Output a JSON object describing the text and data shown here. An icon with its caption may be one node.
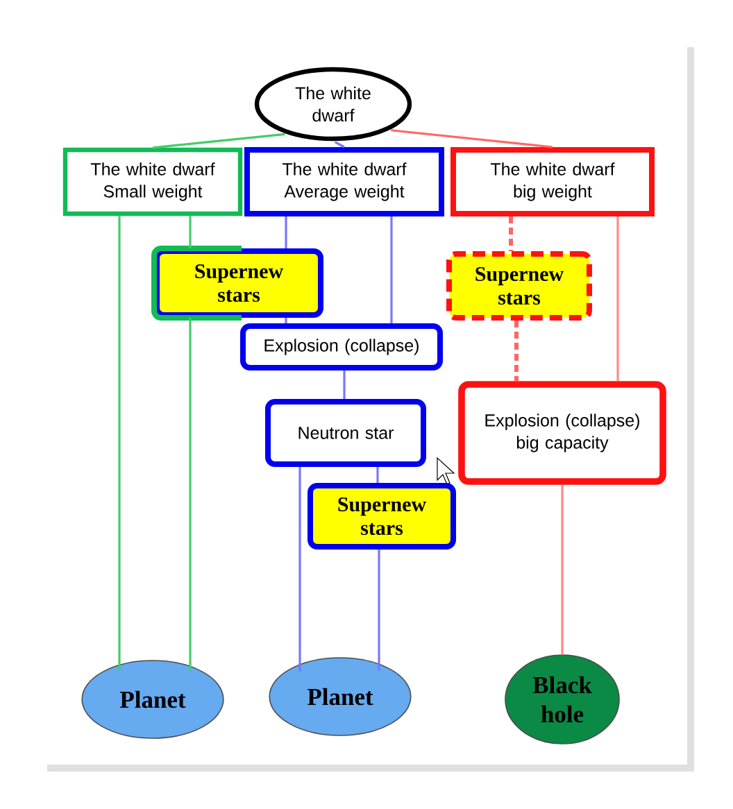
{
  "diagram": {
    "nodes": [
      {
        "text": [
          "The white dwarf"
        ]
      },
      {
        "text": [
          "The white dwarf Small weight"
        ]
      },
      {
        "text": [
          "The white dwarf Average weight"
        ]
      },
      {
        "text": [
          "The white dwarf big weight"
        ]
      },
      {
        "text": [
          "Supernew stars"
        ]
      },
      {
        "text": [
          "Supernew stars"
        ]
      },
      {
        "text": [
          "Explosion (collapse)"
        ]
      },
      {
        "text": [
          "Neutron star"
        ]
      },
      {
        "text": [
          "Explosion (collapse) big capacity"
        ]
      },
      {
        "text": [
          "Supernew stars"
        ]
      },
      {
        "text": [
          "Planet"
        ]
      },
      {
        "text": [
          "Planet"
        ]
      },
      {
        "text": [
          "Black hole"
        ]
      }
    ],
    "edges": [
      {
        "from": 0,
        "to": 1,
        "arrow": "none",
        "color": "#44cc66"
      },
      {
        "from": 0,
        "to": 2,
        "arrow": "none"
      },
      {
        "from": 0,
        "to": 3,
        "arrow": "none",
        "color": "#ff6666"
      },
      {
        "from": 1,
        "to": 10,
        "arrow": "none",
        "color": "#44cc66"
      },
      {
        "from": 1,
        "to": 4,
        "arrow": "none",
        "color": "#44cc66"
      },
      {
        "from": 4,
        "to": 10,
        "arrow": "none",
        "color": "#44cc66"
      },
      {
        "from": 2,
        "to": 4,
        "arrow": "none"
      },
      {
        "from": 4,
        "to": 6,
        "arrow": "none"
      },
      {
        "from": 2,
        "to": 6,
        "arrow": "none"
      },
      {
        "from": 6,
        "to": 7,
        "arrow": "none"
      },
      {
        "from": 7,
        "to": 11,
        "arrow": "none"
      },
      {
        "from": 7,
        "to": 9,
        "arrow": "none"
      },
      {
        "from": 9,
        "to": 11,
        "arrow": "none"
      },
      {
        "from": 3,
        "to": 5,
        "arrow": "none",
        "style": "dashed",
        "color": "#ff6666"
      },
      {
        "from": 5,
        "to": 8,
        "arrow": "none",
        "style": "dashed",
        "color": "#ff6666"
      },
      {
        "from": 3,
        "to": 8,
        "arrow": "none",
        "color": "#ff8888"
      },
      {
        "from": 8,
        "to": 12,
        "arrow": "none",
        "color": "#ff8888"
      }
    ]
  }
}
